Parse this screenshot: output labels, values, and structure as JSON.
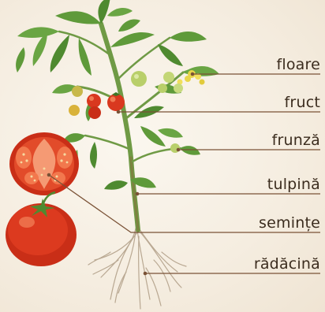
{
  "diagram": {
    "labels": [
      {
        "id": "floare",
        "text": "floare"
      },
      {
        "id": "fruct",
        "text": "fruct"
      },
      {
        "id": "frunza",
        "text": "frunză"
      },
      {
        "id": "tulpina",
        "text": "tulpină"
      },
      {
        "id": "seminte",
        "text": "semințe"
      },
      {
        "id": "radacina",
        "text": "rădăcină"
      }
    ],
    "colors": {
      "leader_line": "#7a5236",
      "leaf": "#5f9a3a",
      "leaf_dark": "#3f7526",
      "stem": "#6f9a45",
      "tomato_red": "#d9381f",
      "tomato_highlight": "#f07a52",
      "unripe": "#b9cf6a",
      "flower": "#e8d54a",
      "root": "#b9a892",
      "label_text": "#3b2c1e"
    }
  }
}
